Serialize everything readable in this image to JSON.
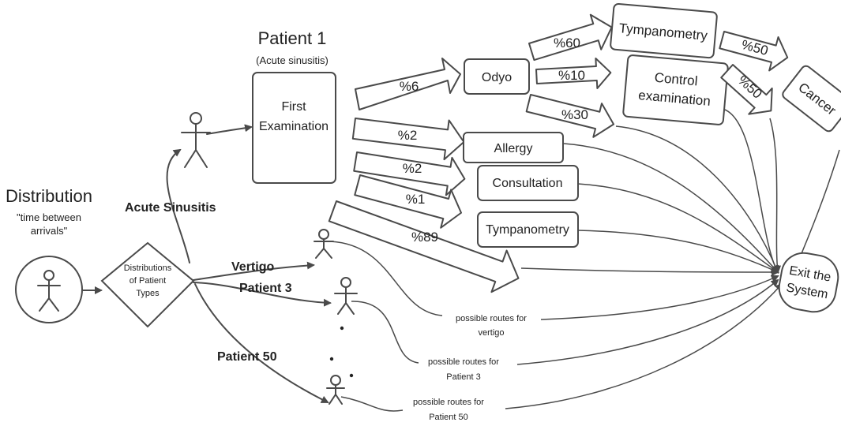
{
  "distribution": {
    "title": "Distribution",
    "subtitle_line1": "\"time between",
    "subtitle_line2": "arrivals\""
  },
  "decision": {
    "line1": "Distributions",
    "line2": "of Patient",
    "line3": "Types"
  },
  "patient_types": {
    "acute": "Acute Sinusitis",
    "vertigo": "Vertigo",
    "patient3": "Patient 3",
    "patient50": "Patient 50"
  },
  "patient1": {
    "title": "Patient 1",
    "subtitle": "(Acute sinusitis)",
    "first_exam_line1": "First",
    "first_exam_line2": "Examination"
  },
  "branches": {
    "odyo_pct": "%6",
    "allergy_pct": "%2",
    "consultation_pct": "%2",
    "tympanometry_pct": "%1",
    "exit_pct": "%89"
  },
  "nodes": {
    "odyo": "Odyo",
    "allergy": "Allergy",
    "consultation": "Consultation",
    "tympanometry": "Tympanometry",
    "tympanometry2": "Tympanometry",
    "control_line1": "Control",
    "control_line2": "examination",
    "cancer": "Cancer"
  },
  "odyo_branches": {
    "tymp_pct": "%60",
    "control_pct": "%10",
    "exit_pct": "%30"
  },
  "cancer_branches": {
    "from_tymp_pct": "%50",
    "from_control_pct": "%50"
  },
  "exit": {
    "line1": "Exit the",
    "line2": "System"
  },
  "routes": {
    "vertigo_line1": "possible routes for",
    "vertigo_line2": "vertigo",
    "p3_line1": "possible routes for",
    "p3_line2": "Patient 3",
    "p50_line1": "possible routes for",
    "p50_line2": "Patient 50"
  }
}
